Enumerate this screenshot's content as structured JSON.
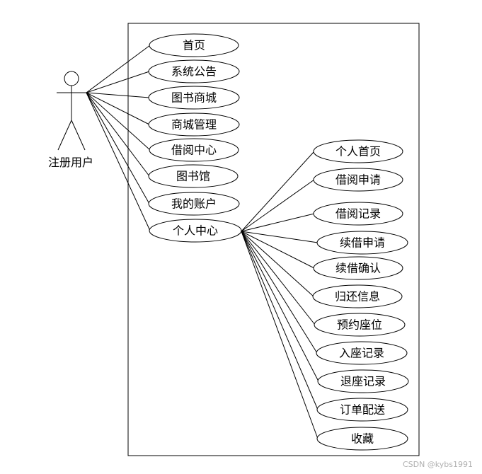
{
  "actor": {
    "label": "注册用户"
  },
  "use_cases": [
    "首页",
    "系统公告",
    "图书商城",
    "商城管理",
    "借阅中心",
    "图书馆",
    "我的账户",
    "个人中心"
  ],
  "sub_use_cases": [
    "个人首页",
    "借阅申请",
    "借阅记录",
    "续借申请",
    "续借确认",
    "归还信息",
    "预约座位",
    "入座记录",
    "退座记录",
    "订单配送",
    "收藏"
  ],
  "watermark": "CSDN @kybs1991"
}
